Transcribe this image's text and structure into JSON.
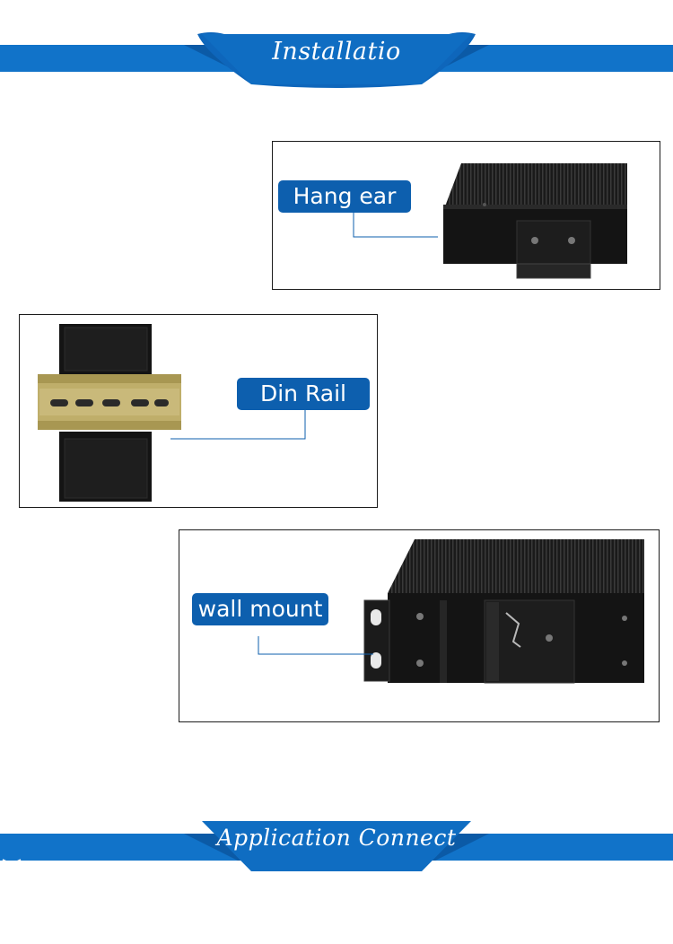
{
  "banners": {
    "installation": {
      "title": "Installatio"
    },
    "application": {
      "title": "Application Connect"
    }
  },
  "panels": {
    "hang_ear": {
      "label": "Hang ear"
    },
    "din_rail": {
      "label": "Din Rail"
    },
    "wall_mount": {
      "label": "wall mount"
    }
  },
  "colors": {
    "banner_blue": "#1173c9",
    "banner_dark": "#0b5aa6",
    "label_blue": "#0d5fae",
    "device": "#151515"
  }
}
